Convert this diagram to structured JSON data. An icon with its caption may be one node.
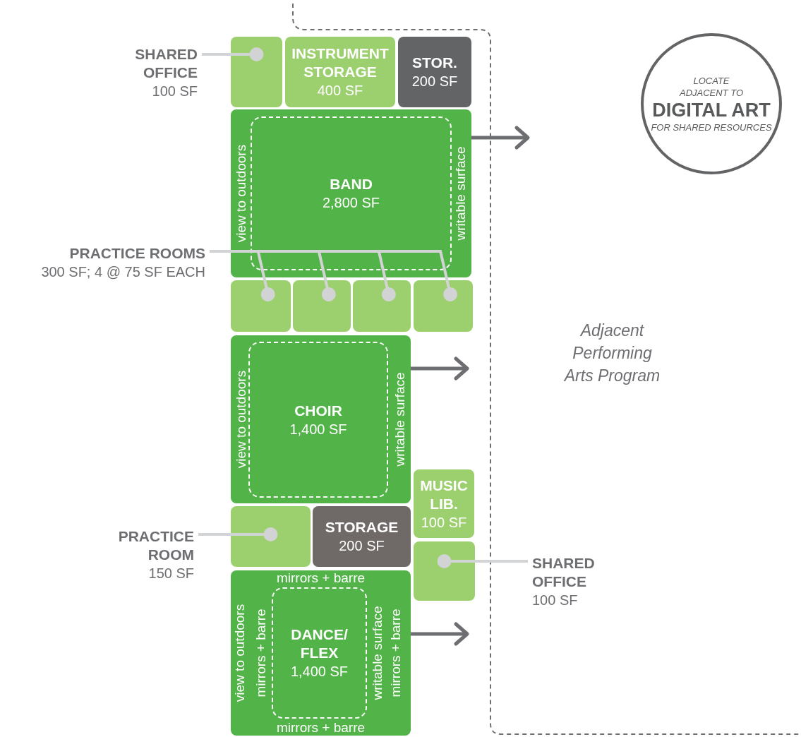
{
  "diagram": {
    "nodes": [
      {
        "text": [
          "SHARED OFFICE",
          "100 SF"
        ]
      },
      {
        "text": [],
        "shape": "box"
      },
      {
        "text": [
          "INSTRUMENT STORAGE",
          "400 SF"
        ]
      },
      {
        "text": [
          "STOR.",
          "200 SF"
        ]
      },
      {
        "text": [
          "view to outdoors",
          "writable surface"
        ]
      },
      {
        "text": [
          "BAND",
          "2,800 SF"
        ],
        "in": 4
      },
      {
        "text": [
          "PRACTICE ROOMS",
          "300 SF; 4 @ 75 SF EACH"
        ]
      },
      {
        "text": [],
        "shape": "box"
      },
      {
        "text": [],
        "shape": "box"
      },
      {
        "text": [],
        "shape": "box"
      },
      {
        "text": [],
        "shape": "box"
      },
      {
        "text": [
          "view to outdoors",
          "writable surface"
        ]
      },
      {
        "text": [
          "CHOIR",
          "1,400 SF"
        ],
        "in": 11
      },
      {
        "text": [
          "MUSIC LIB.",
          "100 SF"
        ]
      },
      {
        "text": [
          "PRACTICE ROOM",
          "150 SF"
        ]
      },
      {
        "text": [],
        "shape": "box"
      },
      {
        "text": [
          "STORAGE",
          "200 SF"
        ]
      },
      {
        "text": [],
        "shape": "box"
      },
      {
        "text": [
          "SHARED OFFICE",
          "100 SF"
        ]
      },
      {
        "text": [
          "mirrors + barre",
          "view to outdoors",
          "mirrors + barre",
          "writable surface",
          "mirrors + barre",
          "mirrors + barre"
        ]
      },
      {
        "text": [
          "DANCE/ FLEX",
          "1,400 SF"
        ],
        "in": 19
      },
      {
        "text": [
          "LOCATE ADJACENT TO",
          "DIGITAL ART",
          "FOR SHARED RESOURCES"
        ]
      }
    ],
    "edges": [
      {
        "from": 0,
        "to": 1,
        "arrow": "other"
      },
      {
        "from": 6,
        "to": 7,
        "arrow": "other"
      },
      {
        "from": 6,
        "to": 8,
        "arrow": "other"
      },
      {
        "from": 6,
        "to": 9,
        "arrow": "other"
      },
      {
        "from": 6,
        "to": 10,
        "arrow": "other"
      },
      {
        "from": 14,
        "to": 15,
        "arrow": "other"
      },
      {
        "from": 18,
        "to": 17,
        "arrow": "other"
      },
      {
        "from": 4,
        "to": null,
        "arrow": "to",
        "color": "#6d6e71"
      },
      {
        "from": 11,
        "to": null,
        "arrow": "to",
        "color": "#6d6e71"
      },
      {
        "from": 19,
        "to": null,
        "arrow": "to",
        "color": "#6d6e71"
      }
    ],
    "labels": [
      "Adjacent Performing Arts Program"
    ]
  }
}
